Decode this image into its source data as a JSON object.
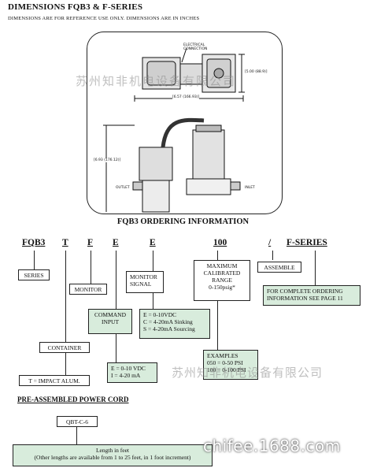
{
  "header": {
    "title": "DIMENSIONS FQB3 & F-SERIES",
    "subtitle": "DIMENSIONS ARE FOR REFERENCE USE ONLY.  DIMENSIONS ARE IN INCHES"
  },
  "drawing": {
    "electrical": "ELECTRICAL",
    "connection": "CONNECTION",
    "dim_height_top": "[5.00 (88.9)]",
    "dim_width": "[6.57 (166.93)]",
    "dim_height": "[6.93 (176.12)]",
    "outlet": "OUTLET",
    "inlet": "INLET"
  },
  "ordering": {
    "title": "FQB3 ORDERING INFORMATION",
    "codes": [
      "FQB3",
      "T",
      "F",
      "E",
      "E",
      "100",
      "/",
      "F-SERIES"
    ],
    "series": "SERIES",
    "monitor": "MONITOR",
    "command_input": [
      "COMMAND",
      "INPUT"
    ],
    "monitor_signal": [
      "MONITOR",
      "SIGNAL"
    ],
    "monitor_options": [
      "E = 0-10VDC",
      "C = 4-20mA Sinking",
      "S = 4-20mA Sourcing"
    ],
    "max_range": [
      "MAXIMUM",
      "CALIBRATED",
      "RANGE",
      "0-150psig*"
    ],
    "assemble": "ASSEMBLE",
    "complete_info": [
      "FOR COMPLETE ORDERING",
      "INFORMATION SEE PAGE 11"
    ],
    "container": "CONTAINER",
    "container_option": "T = IMPACT ALUM.",
    "command_options": [
      "E = 0-10 VDC",
      "I = 4-20 mA"
    ],
    "examples": [
      "EXAMPLES",
      "050 = 0-50 PSI",
      "100 = 0-100 PSI"
    ]
  },
  "power_cord": {
    "title": "PRE-ASSEMBLED POWER CORD",
    "part": "QBT-C-6",
    "length": "Length in feet",
    "note": "(Other lengths are available from 1 to 25 feet, in 1 foot increment)"
  },
  "watermarks": {
    "cn": "苏州知非机电设备有限公司",
    "cn_bottom": "苏州知非机电设备有限公司",
    "site": "chifee.1688.com"
  }
}
